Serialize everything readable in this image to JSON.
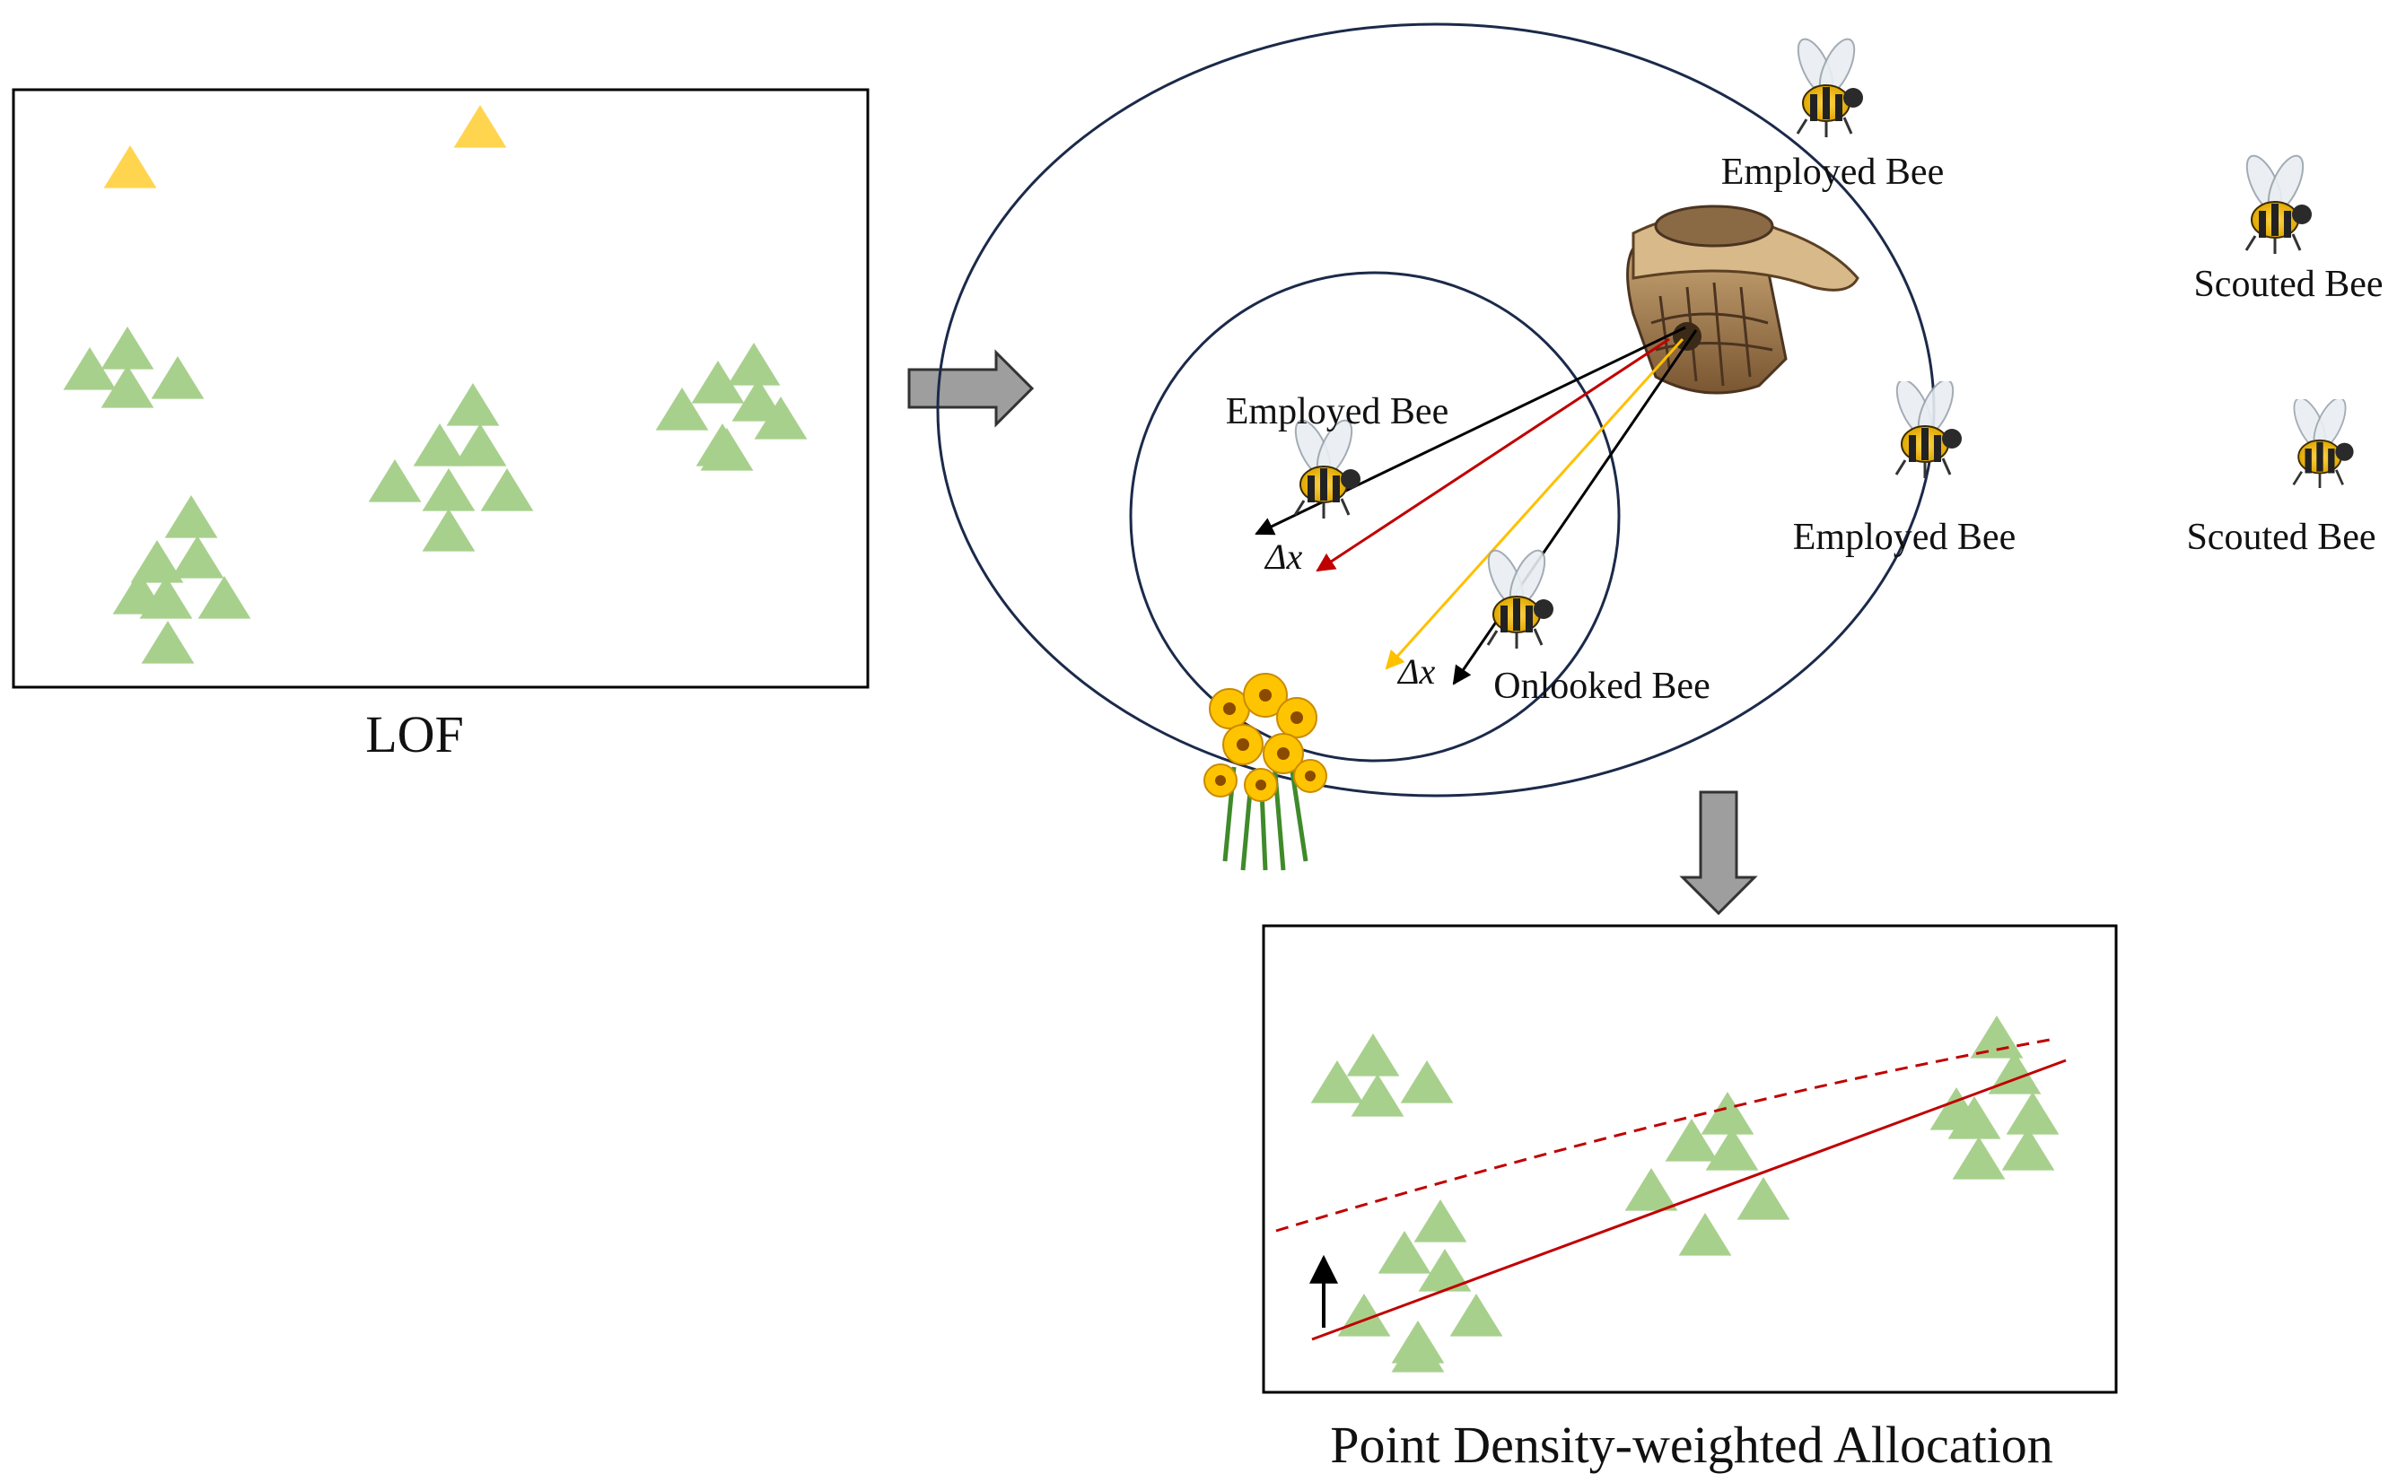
{
  "lof": {
    "caption": "LOF",
    "outliers": [
      [
        145,
        190
      ],
      [
        535,
        145
      ]
    ],
    "clusters": [
      [
        [
          100,
          415
        ],
        [
          142,
          392
        ],
        [
          142,
          435
        ],
        [
          198,
          425
        ]
      ],
      [
        [
          175,
          630
        ],
        [
          213,
          580
        ],
        [
          220,
          625
        ],
        [
          250,
          670
        ],
        [
          185,
          670
        ],
        [
          155,
          665
        ],
        [
          187,
          720
        ]
      ],
      [
        [
          440,
          540
        ],
        [
          490,
          500
        ],
        [
          527,
          455
        ],
        [
          535,
          500
        ],
        [
          500,
          550
        ],
        [
          565,
          550
        ],
        [
          500,
          595
        ]
      ],
      [
        [
          760,
          460
        ],
        [
          800,
          430
        ],
        [
          840,
          410
        ],
        [
          845,
          450
        ],
        [
          805,
          500
        ],
        [
          870,
          470
        ],
        [
          810,
          505
        ]
      ]
    ]
  },
  "abc": {
    "labels": {
      "employed_bee_top": "Employed Bee",
      "employed_bee_left": "Employed Bee",
      "employed_bee_right": "Employed Bee",
      "onlooked_bee": "Onlooked Bee",
      "scouted_bee_1": "Scouted Bee",
      "scouted_bee_2": "Scouted Bee",
      "delta_1": "Δx",
      "delta_2": "Δx"
    }
  },
  "allocation": {
    "caption": "Point Density-weighted Allocation",
    "clusters": [
      [
        [
          1490,
          1210
        ],
        [
          1530,
          1180
        ],
        [
          1535,
          1225
        ],
        [
          1590,
          1210
        ]
      ],
      [
        [
          1520,
          1470
        ],
        [
          1565,
          1400
        ],
        [
          1605,
          1365
        ],
        [
          1610,
          1420
        ],
        [
          1580,
          1500
        ],
        [
          1645,
          1470
        ],
        [
          1580,
          1510
        ]
      ],
      [
        [
          1840,
          1330
        ],
        [
          1885,
          1275
        ],
        [
          1925,
          1245
        ],
        [
          1930,
          1285
        ],
        [
          1900,
          1380
        ],
        [
          1965,
          1340
        ]
      ],
      [
        [
          2180,
          1240
        ],
        [
          2225,
          1160
        ],
        [
          2245,
          1200
        ],
        [
          2200,
          1250
        ],
        [
          2265,
          1245
        ],
        [
          2260,
          1285
        ],
        [
          2205,
          1295
        ]
      ]
    ]
  },
  "colors": {
    "green": "#a8d08d",
    "yellow": "#ffd54f",
    "navy": "#1b2a4a",
    "red": "#c00000",
    "orange": "#ffc000",
    "arrow_gray": "#9e9e9e"
  },
  "icons": {
    "bee": "bee-icon",
    "hive": "beehive-icon",
    "flower": "flower-icon"
  }
}
